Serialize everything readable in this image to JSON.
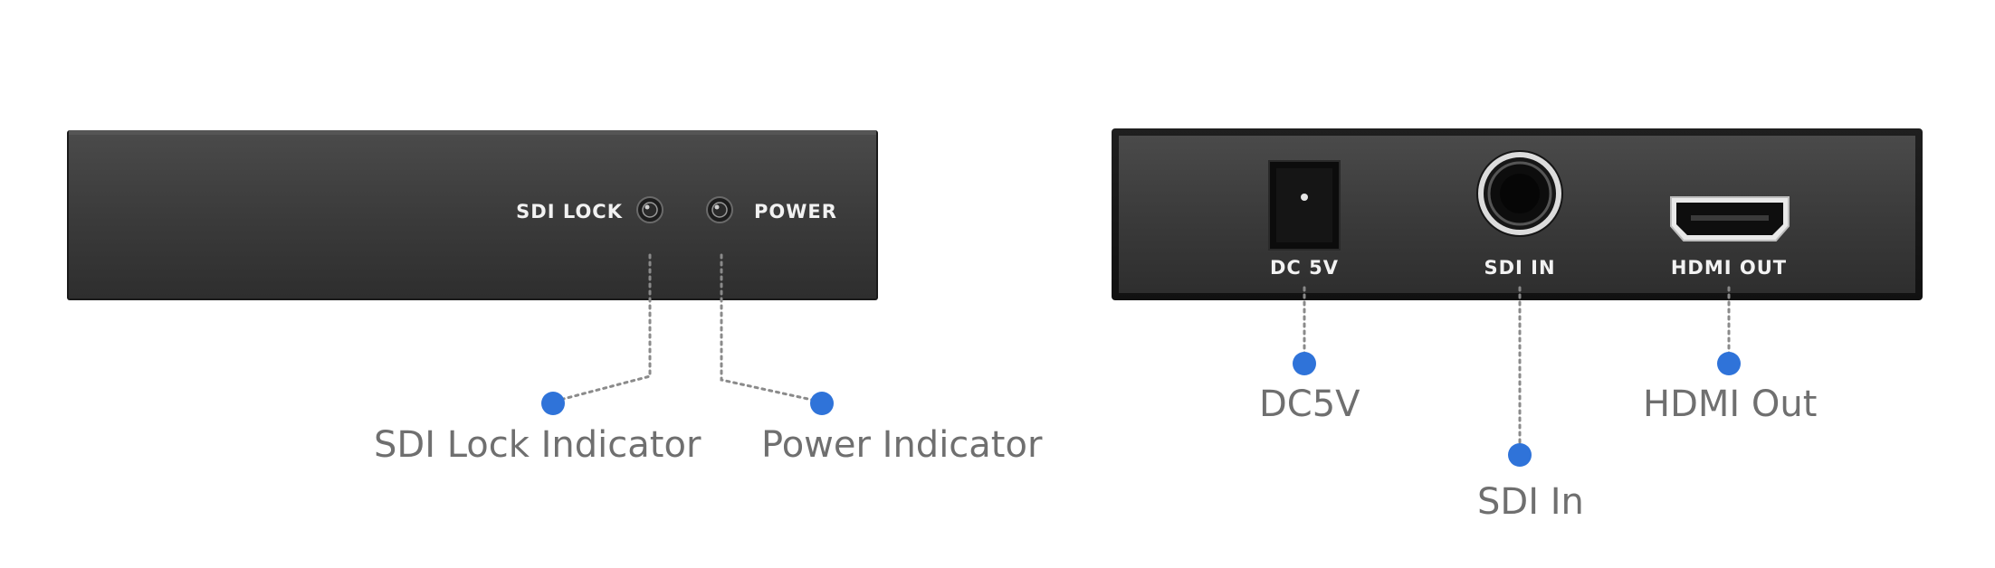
{
  "front_panel": {
    "sdi_lock_label": "SDI LOCK",
    "power_label": "POWER"
  },
  "rear_panel": {
    "dc_label": "DC 5V",
    "sdi_in_label": "SDI IN",
    "hdmi_out_label": "HDMI OUT"
  },
  "callouts": {
    "sdi_lock_indicator": "SDI Lock Indicator",
    "power_indicator": "Power Indicator",
    "dc5v": "DC5V",
    "sdi_in": "SDI In",
    "hdmi_out": "HDMI Out"
  },
  "colors": {
    "device_body": "#3a3a3a",
    "callout_dot": "#2f73d9",
    "label_text": "#6f6f6f"
  }
}
